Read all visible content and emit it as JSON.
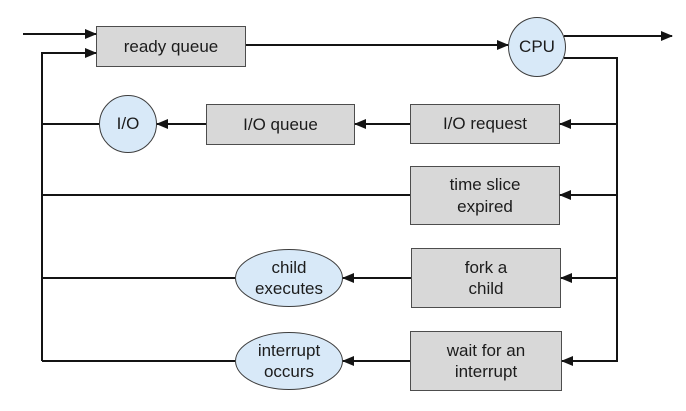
{
  "colors": {
    "background": "#ffffff",
    "box_fill": "#d8d8d8",
    "box_border": "#4d4d4d",
    "ellipse_fill": "#d8e9f8",
    "ellipse_border": "#3d3d3d",
    "line": "#141414",
    "text": "#1c1c1c"
  },
  "nodes": {
    "ready_queue": {
      "label": "ready queue",
      "shape": "rect"
    },
    "cpu": {
      "label": "CPU",
      "shape": "circle"
    },
    "io": {
      "label": "I/O",
      "shape": "circle"
    },
    "io_queue": {
      "label": "I/O queue",
      "shape": "rect"
    },
    "io_request": {
      "label": "I/O request",
      "shape": "rect"
    },
    "time_slice_expired": {
      "label": "time slice\nexpired",
      "shape": "rect"
    },
    "fork_a_child": {
      "label": "fork a\nchild",
      "shape": "rect"
    },
    "wait_for_interrupt": {
      "label": "wait for an\ninterrupt",
      "shape": "rect"
    },
    "child_executes": {
      "label": "child\nexecutes",
      "shape": "ellipse"
    },
    "interrupt_occurs": {
      "label": "interrupt\noccurs",
      "shape": "ellipse"
    }
  },
  "edges": [
    {
      "from": "external_in",
      "to": "ready_queue"
    },
    {
      "from": "feedback_rail",
      "to": "ready_queue"
    },
    {
      "from": "ready_queue",
      "to": "cpu"
    },
    {
      "from": "cpu",
      "to": "external_out"
    },
    {
      "from": "cpu",
      "to": "io_request"
    },
    {
      "from": "cpu",
      "to": "time_slice_expired"
    },
    {
      "from": "cpu",
      "to": "fork_a_child"
    },
    {
      "from": "cpu",
      "to": "wait_for_interrupt"
    },
    {
      "from": "io_request",
      "to": "io_queue"
    },
    {
      "from": "io_queue",
      "to": "io"
    },
    {
      "from": "io",
      "to": "feedback_rail"
    },
    {
      "from": "time_slice_expired",
      "to": "feedback_rail"
    },
    {
      "from": "fork_a_child",
      "to": "child_executes"
    },
    {
      "from": "child_executes",
      "to": "feedback_rail"
    },
    {
      "from": "wait_for_interrupt",
      "to": "interrupt_occurs"
    },
    {
      "from": "interrupt_occurs",
      "to": "feedback_rail"
    }
  ]
}
